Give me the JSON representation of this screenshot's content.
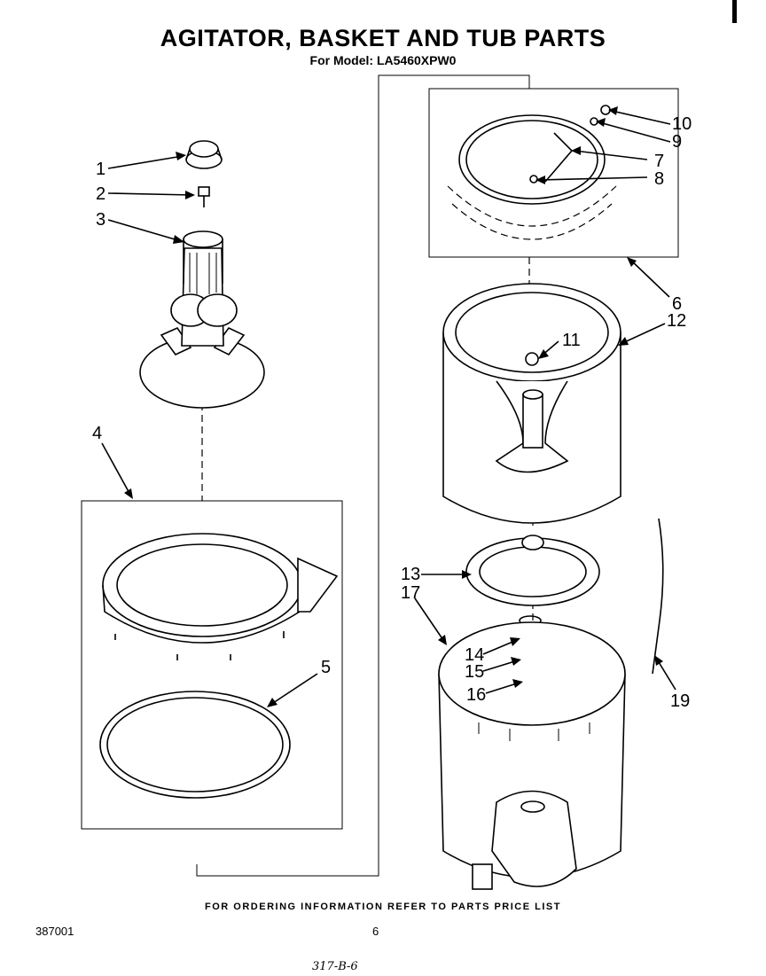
{
  "page": {
    "title": "AGITATOR, BASKET AND TUB PARTS",
    "subtitle": "For Model: LA5460XPW0",
    "footnote": "FOR ORDERING INFORMATION REFER TO PARTS PRICE LIST",
    "document_number": "387001",
    "page_number": "6",
    "handwritten_note": "317-B-6"
  },
  "callouts": [
    "1",
    "2",
    "3",
    "4",
    "5",
    "6",
    "7",
    "8",
    "9",
    "10",
    "11",
    "12",
    "13",
    "14",
    "15",
    "16",
    "17",
    "19"
  ]
}
